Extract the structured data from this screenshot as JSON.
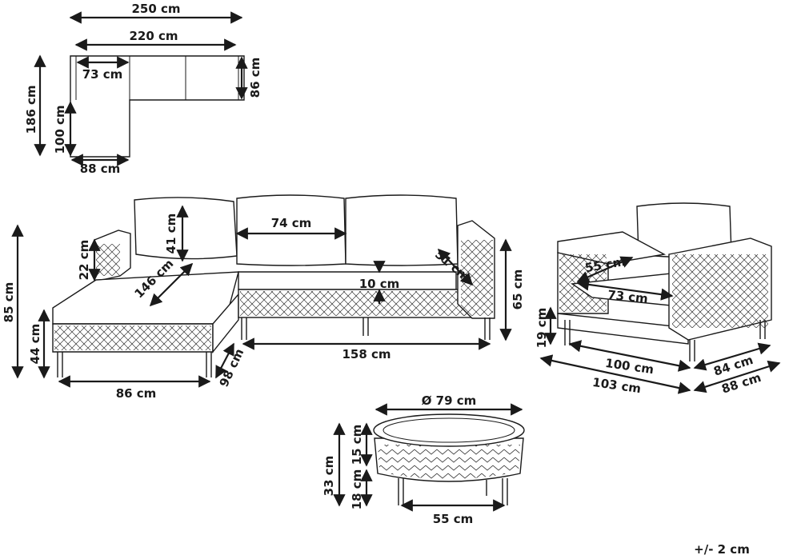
{
  "colors": {
    "ink": "#1a1a1a",
    "background": "#ffffff"
  },
  "plan": {
    "overall_width": "250 cm",
    "sofa_width": "220 cm",
    "chaise_inner_width": "73 cm",
    "total_depth": "186 cm",
    "chaise_extension": "100 cm",
    "chaise_width": "88 cm",
    "sofa_depth": "86 cm"
  },
  "sofa": {
    "total_height": "85 cm",
    "seat_height": "44 cm",
    "armrest_height": "22 cm",
    "backrest_height": "41 cm",
    "chaise_length": "146 cm",
    "cushion_width": "74 cm",
    "seat_thickness": "10 cm",
    "arm_depth": "51 cm",
    "back_height": "65 cm",
    "chaise_front_width": "86 cm",
    "chaise_depth": "98 cm",
    "sofa_length": "158 cm"
  },
  "armchair": {
    "seat_depth": "55 cm",
    "seat_width": "73 cm",
    "leg_height": "19 cm",
    "inner_width": "100 cm",
    "outer_width": "103 cm",
    "inner_depth": "84 cm",
    "outer_depth": "88 cm"
  },
  "table": {
    "diameter": "Ø 79 cm",
    "total_height": "33 cm",
    "top_height": "15 cm",
    "leg_height": "18 cm",
    "base_width": "55 cm"
  },
  "tolerance": "+/- 2 cm"
}
